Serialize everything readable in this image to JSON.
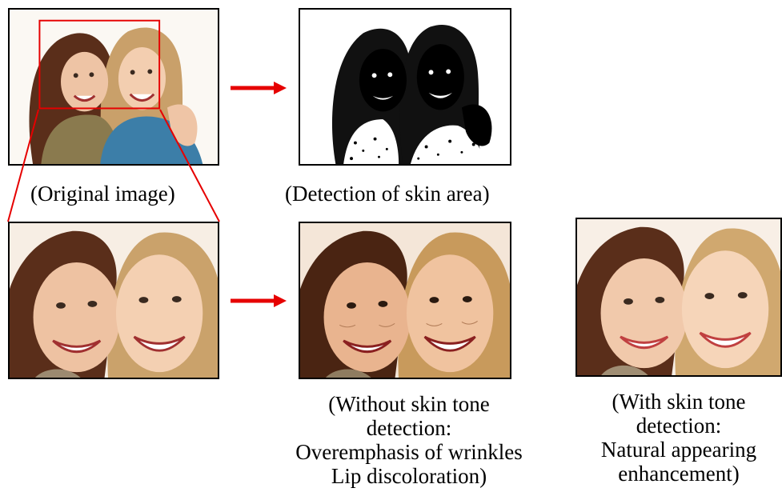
{
  "captions": {
    "original": "(Original image)",
    "detection": "(Detection of skin area)",
    "without_lines": [
      "(Without skin tone",
      "detection:",
      "Overemphasis of wrinkles",
      "Lip discoloration)"
    ],
    "with_lines": [
      "(With skin tone",
      "detection:",
      "Natural appearing",
      "enhancement)"
    ]
  },
  "colors": {
    "arrow": "#e60000",
    "roi_box": "#e60000",
    "border": "#000000"
  },
  "icons": [
    "arrow-right-icon",
    "arrow-right-icon"
  ]
}
